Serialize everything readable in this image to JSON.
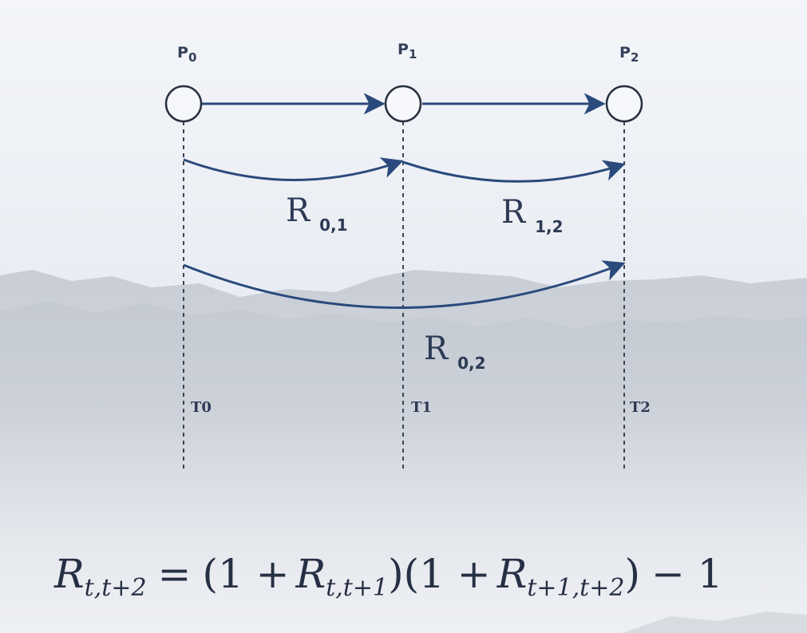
{
  "diagram": {
    "nodes": [
      {
        "id": "p0",
        "label": "P",
        "sub": "0"
      },
      {
        "id": "p1",
        "label": "P",
        "sub": "1"
      },
      {
        "id": "p2",
        "label": "P",
        "sub": "2"
      }
    ],
    "returns": [
      {
        "id": "r01",
        "label": "R",
        "sub": "0,1"
      },
      {
        "id": "r12",
        "label": "R",
        "sub": "1,2"
      },
      {
        "id": "r02",
        "label": "R",
        "sub": "0,2"
      }
    ],
    "times": [
      "T0",
      "T1",
      "T2"
    ]
  },
  "formula": {
    "lhs_symbol": "R",
    "lhs_sub": "t,t+2",
    "equals": "=",
    "term1_open": "(1 +",
    "term1_symbol": "R",
    "term1_sub": "t,t+1",
    "term1_close": ")",
    "term2_open": "(1 +",
    "term2_symbol": "R",
    "term2_sub": "t+1,t+2",
    "term2_close": ")",
    "tail": "− 1"
  },
  "colors": {
    "arrow": "#2b4a7c",
    "node_stroke": "#27303f",
    "dashed_line": "#3a4254",
    "sky": "#eef1f6",
    "mountain": "#c2c8d1"
  }
}
